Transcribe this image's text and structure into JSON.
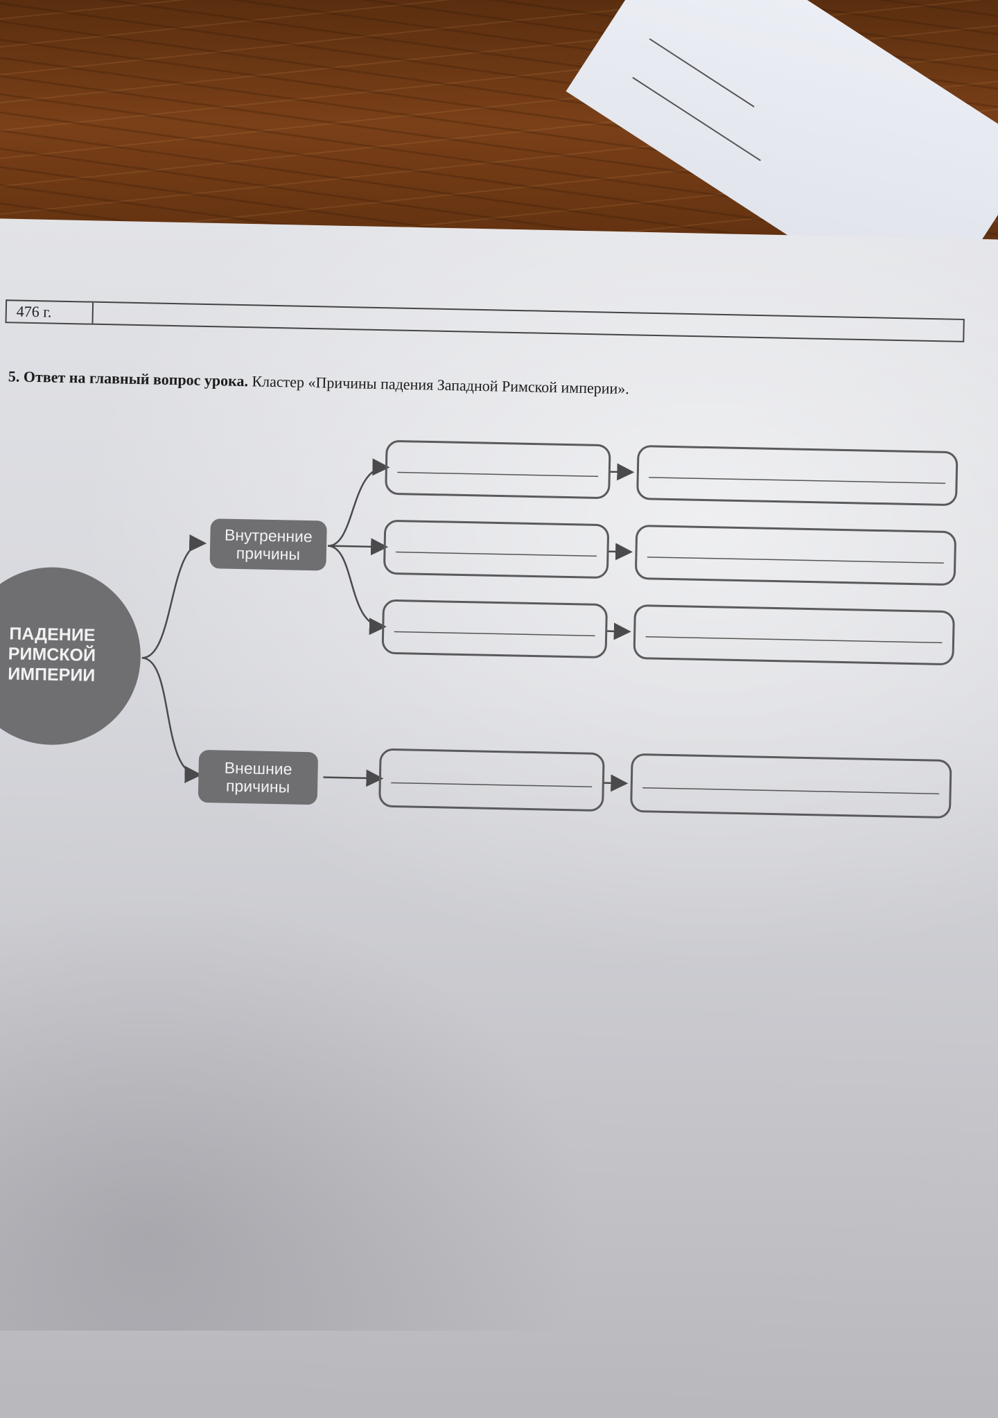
{
  "table_row": {
    "year": "476 г."
  },
  "task": {
    "number": "5.",
    "bold_text": "Ответ на главный вопрос урока.",
    "regular_text": "Кластер «Причины падения Западной Римской империи»."
  },
  "diagram": {
    "center_lines": [
      "ПАДЕНИЕ",
      "РИМСКОЙ",
      "ИМПЕРИИ"
    ],
    "internal_lines": [
      "Внутренние",
      "причины"
    ],
    "external_lines": [
      "Внешние",
      "причины"
    ]
  },
  "colors": {
    "node_fill": "#6f6f72",
    "box_stroke": "#5a5a5c",
    "arrow": "#4a4a4c"
  }
}
